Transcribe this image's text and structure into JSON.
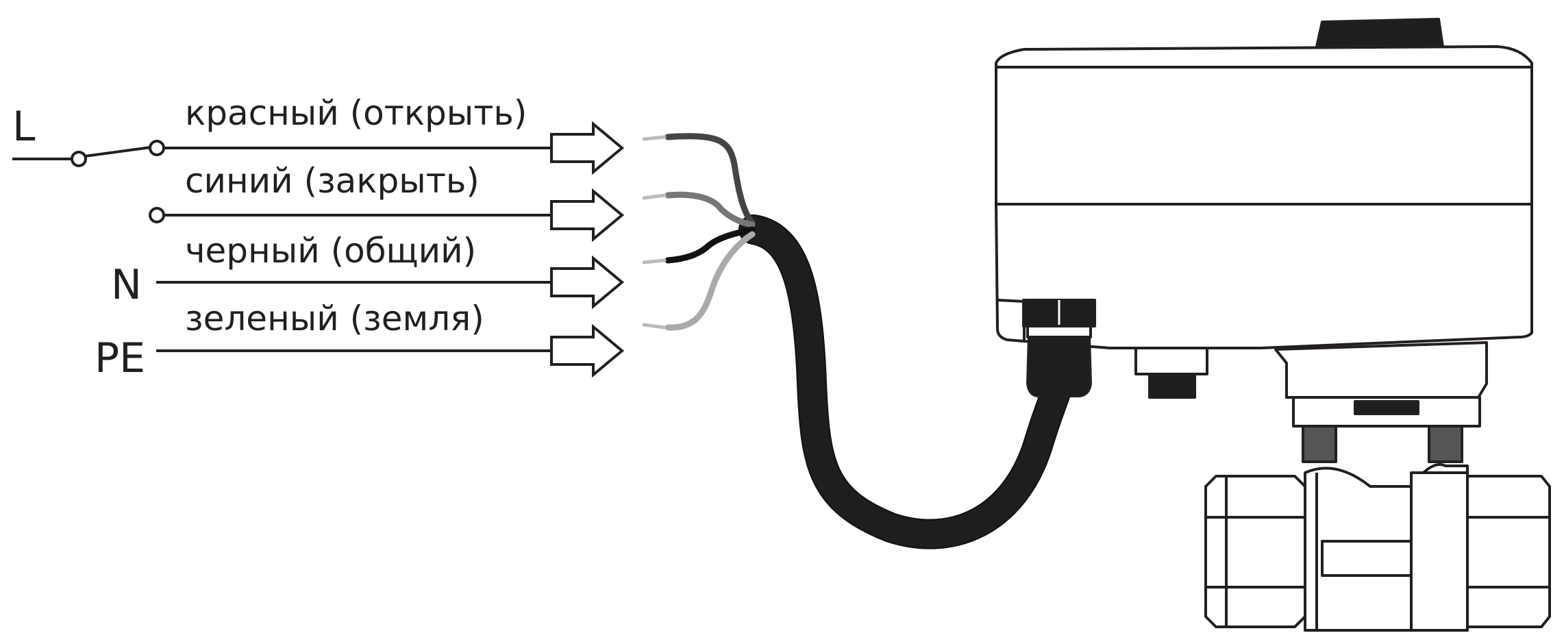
{
  "terminals": {
    "l": "L",
    "n": "N",
    "pe": "PE"
  },
  "wires": [
    {
      "label": "красный (открыть)"
    },
    {
      "label": "синий (закрыть)"
    },
    {
      "label": "черный (общий)"
    },
    {
      "label": "зеленый (земля)"
    }
  ],
  "colors": {
    "line": "#231f20",
    "wire_dark": "#444444",
    "wire_mid": "#777777",
    "wire_light": "#aaaaaa",
    "cable": "#1e1e1e"
  }
}
